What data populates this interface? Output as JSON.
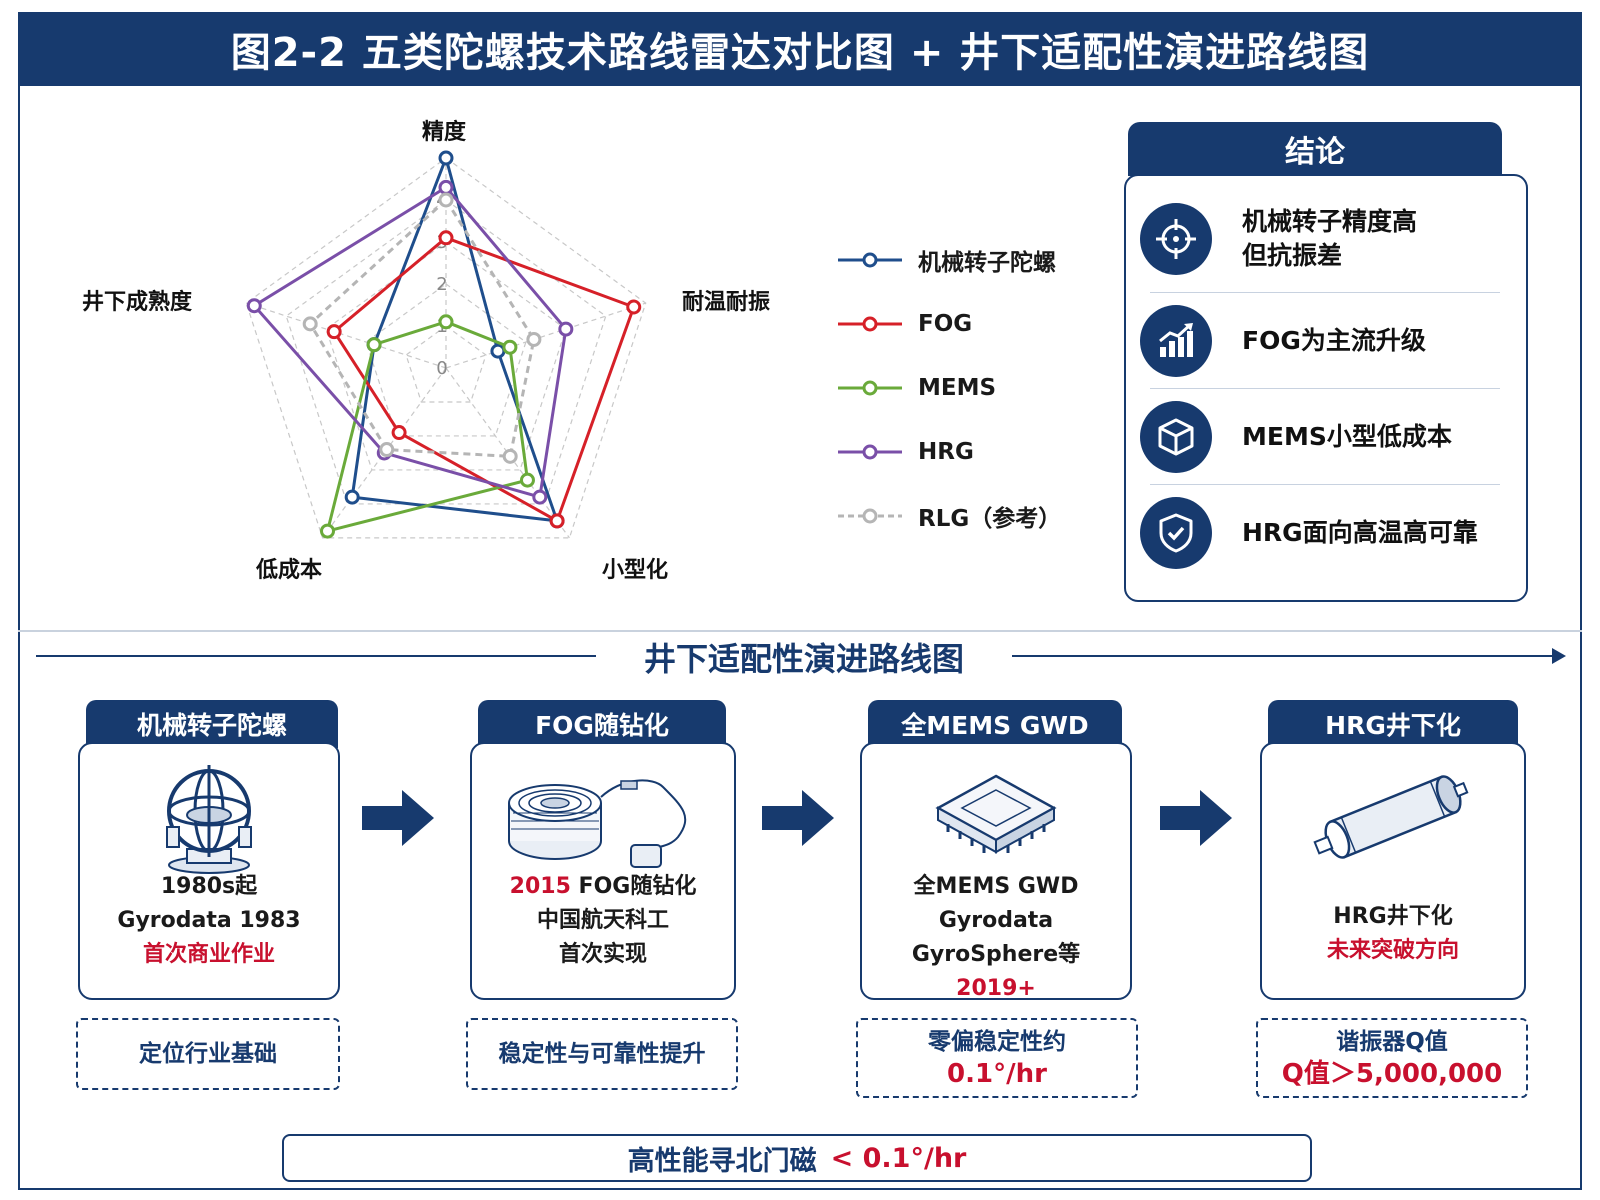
{
  "title": "图2-2 五类陀螺技术路线雷达对比图 + 井下适配性演进路线图",
  "chart_data": {
    "type": "radar",
    "axes": [
      "精度",
      "耐温耐振",
      "小型化",
      "低成本",
      "井下成熟度"
    ],
    "ticks": [
      "0",
      "1",
      "2",
      "3",
      "4"
    ],
    "range": [
      0,
      5
    ],
    "series": [
      {
        "name": "机械转子陀螺",
        "color": "#1f4e8c",
        "dashed": false,
        "values": [
          5,
          1.3,
          4.5,
          3.8,
          1.8
        ]
      },
      {
        "name": "FOG",
        "color": "#d62028",
        "dashed": false,
        "values": [
          3.1,
          4.7,
          4.5,
          1.9,
          2.8
        ]
      },
      {
        "name": "MEMS",
        "color": "#6aaa3a",
        "dashed": false,
        "values": [
          1.1,
          1.6,
          3.3,
          4.8,
          1.8
        ]
      },
      {
        "name": "HRG",
        "color": "#7a4fa8",
        "dashed": false,
        "values": [
          4.3,
          3.0,
          3.8,
          2.5,
          4.8
        ]
      },
      {
        "name": "RLG（参考）",
        "color": "#b5b5b5",
        "dashed": true,
        "values": [
          4.0,
          2.2,
          2.6,
          2.4,
          3.4
        ]
      }
    ]
  },
  "legend": [
    "机械转子陀螺",
    "FOG",
    "MEMS",
    "HRG",
    "RLG（参考）"
  ],
  "conclusion": {
    "title": "结论",
    "items": [
      {
        "line1": "机械转子精度高",
        "line2": "但抗振差",
        "icon": "crosshair-icon"
      },
      {
        "line1": "FOG为主流升级",
        "line2": "",
        "icon": "chart-up-icon"
      },
      {
        "line1": "MEMS小型低成本",
        "line2": "",
        "icon": "cube-icon"
      },
      {
        "line1": "HRG面向高温高可靠",
        "line2": "",
        "icon": "shield-check-icon"
      }
    ]
  },
  "roadmap": {
    "title": "井下适配性演进路线图",
    "stages": [
      {
        "head": "机械转子陀螺",
        "l1": "1980s起",
        "l2": "Gyrodata 1983",
        "l3": "首次商业作业",
        "note1": "定位行业基础",
        "note2": ""
      },
      {
        "head": "FOG随钻化",
        "l1_red": "2015",
        "l1": " FOG随钻化",
        "l2": "中国航天科工",
        "l3": "首次实现",
        "note1": "稳定性与可靠性提升",
        "note2": ""
      },
      {
        "head": "全MEMS GWD",
        "l1": "全MEMS GWD",
        "l2": "Gyrodata GyroSphere等",
        "l3": "2019+",
        "note1": "零偏稳定性约",
        "note2": "0.1°/hr"
      },
      {
        "head": "HRG井下化",
        "l1": "HRG井下化",
        "l2": "未来突破方向",
        "note1": "谐振器Q值",
        "note2": "Q值＞5,000,000"
      }
    ]
  },
  "bottom": {
    "label": "高性能寻北门磁",
    "value": "< 0.1°/hr"
  }
}
